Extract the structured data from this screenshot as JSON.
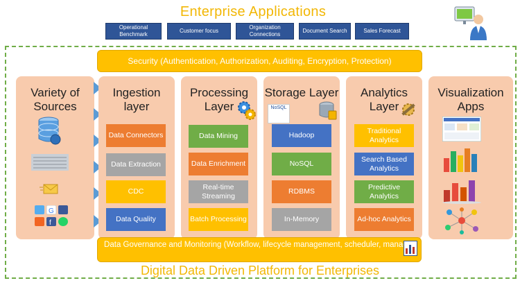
{
  "header": {
    "title": "Enterprise Applications"
  },
  "apps": [
    {
      "label": "Operational Benchmark"
    },
    {
      "label": "Customer focus"
    },
    {
      "label": "Organization Connections"
    },
    {
      "label": "Document Search"
    },
    {
      "label": "Sales Forecast"
    }
  ],
  "security": {
    "label": "Security (Authentication, Authorization, Auditing, Encryption, Protection)"
  },
  "columns": {
    "sources": {
      "title": "Variety of Sources"
    },
    "ingestion": {
      "title": "Ingestion layer",
      "items": [
        "Data Connectors",
        "Data Extraction",
        "CDC",
        "Data Quality"
      ]
    },
    "processing": {
      "title": "Processing Layer",
      "items": [
        "Data Mining",
        "Data Enrichment",
        "Real-time Streaming",
        "Batch Processing"
      ]
    },
    "storage": {
      "title": "Storage Layer",
      "badge": "NoSQL",
      "items": [
        "Hadoop",
        "NoSQL",
        "RDBMS",
        "In-Memory"
      ]
    },
    "analytics": {
      "title": "Analytics Layer",
      "items": [
        "Traditional Analytics",
        "Search Based Analytics",
        "Predictive Analytics",
        "Ad-hoc Analytics"
      ]
    },
    "visualization": {
      "title": "Visualization Apps"
    }
  },
  "governance": {
    "label": "Data Governance and Monitoring (Workflow, lifecycle management, scheduler, manage)"
  },
  "footer": {
    "title": "Digital Data Driven Platform for Enterprises"
  },
  "colors": {
    "accent_title": "#f2b705",
    "app_blue": "#2f5597",
    "column_bg": "#f8cbad",
    "frame_green": "#70ad47"
  }
}
